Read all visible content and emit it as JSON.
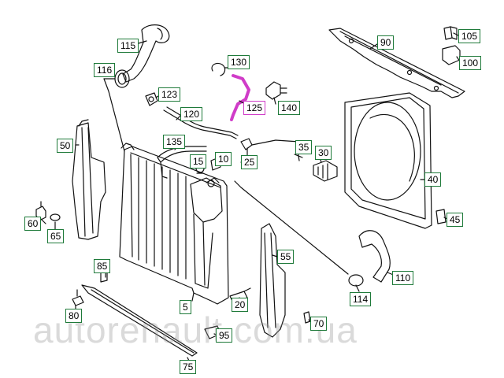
{
  "watermark": "autorenault.com.ua",
  "colors": {
    "line": "#111111",
    "callout_border": "#1f7a3a",
    "highlight": "#d03cc8"
  },
  "callouts": {
    "c115": "115",
    "c116": "116",
    "c123": "123",
    "c130": "130",
    "c125": "125",
    "c140": "140",
    "c120": "120",
    "c135": "135",
    "c15": "15",
    "c10": "10",
    "c25": "25",
    "c35": "35",
    "c30": "30",
    "c90": "90",
    "c105": "105",
    "c100": "100",
    "c40": "40",
    "c45": "45",
    "c50": "50",
    "c60": "60",
    "c65": "65",
    "c85": "85",
    "c55": "55",
    "c110": "110",
    "c114": "114",
    "c5": "5",
    "c20": "20",
    "c80": "80",
    "c70": "70",
    "c95": "95",
    "c75": "75"
  }
}
